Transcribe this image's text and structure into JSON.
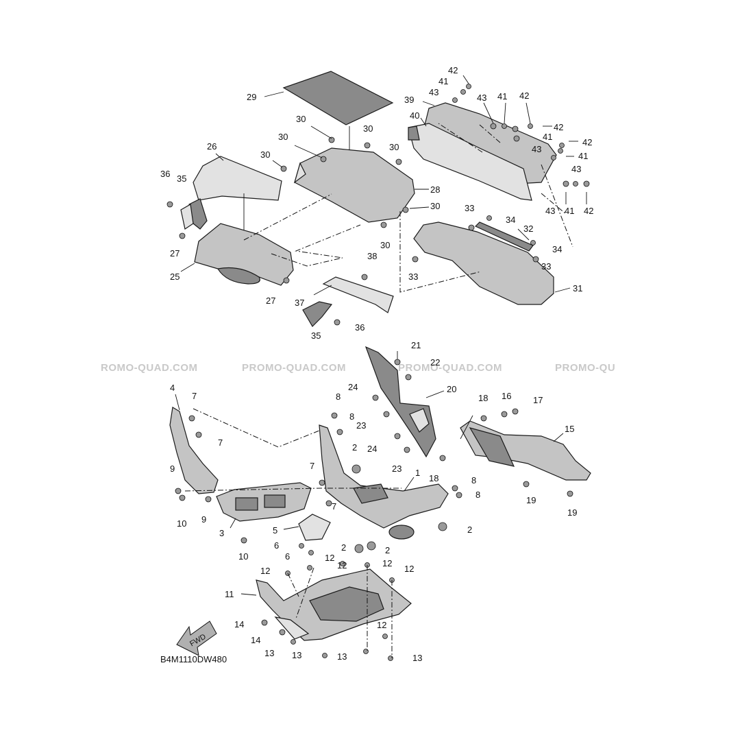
{
  "diagram": {
    "reference_code": "B4M1110DW480",
    "direction_label": "FWD",
    "watermarks": [
      "ROMO-QUAD.COM",
      "PROMO-QUAD.COM",
      "PROMO-QUAD.COM",
      "PROMO-QU"
    ],
    "callouts": [
      {
        "id": "c29",
        "text": "29"
      },
      {
        "id": "c30a",
        "text": "30"
      },
      {
        "id": "c30b",
        "text": "30"
      },
      {
        "id": "c30c",
        "text": "30"
      },
      {
        "id": "c30d",
        "text": "30"
      },
      {
        "id": "c30e",
        "text": "30"
      },
      {
        "id": "c30f",
        "text": "30"
      },
      {
        "id": "c30g",
        "text": "30"
      },
      {
        "id": "c26",
        "text": "26"
      },
      {
        "id": "c36a",
        "text": "36"
      },
      {
        "id": "c35a",
        "text": "35"
      },
      {
        "id": "c27a",
        "text": "27"
      },
      {
        "id": "c25",
        "text": "25"
      },
      {
        "id": "c27b",
        "text": "27"
      },
      {
        "id": "c28",
        "text": "28"
      },
      {
        "id": "c38",
        "text": "38"
      },
      {
        "id": "c37",
        "text": "37"
      },
      {
        "id": "c36b",
        "text": "36"
      },
      {
        "id": "c35b",
        "text": "35"
      },
      {
        "id": "c39",
        "text": "39"
      },
      {
        "id": "c40",
        "text": "40"
      },
      {
        "id": "c42a",
        "text": "42"
      },
      {
        "id": "c41a",
        "text": "41"
      },
      {
        "id": "c43a",
        "text": "43"
      },
      {
        "id": "c43b",
        "text": "43"
      },
      {
        "id": "c41b",
        "text": "41"
      },
      {
        "id": "c42b",
        "text": "42"
      },
      {
        "id": "c42c",
        "text": "42"
      },
      {
        "id": "c41c",
        "text": "41"
      },
      {
        "id": "c43c",
        "text": "43"
      },
      {
        "id": "c42d",
        "text": "42"
      },
      {
        "id": "c41d",
        "text": "41"
      },
      {
        "id": "c43d",
        "text": "43"
      },
      {
        "id": "c43e",
        "text": "43"
      },
      {
        "id": "c41e",
        "text": "41"
      },
      {
        "id": "c42e",
        "text": "42"
      },
      {
        "id": "c33a",
        "text": "33"
      },
      {
        "id": "c34a",
        "text": "34"
      },
      {
        "id": "c32",
        "text": "32"
      },
      {
        "id": "c34b",
        "text": "34"
      },
      {
        "id": "c33b",
        "text": "33"
      },
      {
        "id": "c33c",
        "text": "33"
      },
      {
        "id": "c31",
        "text": "31"
      },
      {
        "id": "c21",
        "text": "21"
      },
      {
        "id": "c22",
        "text": "22"
      },
      {
        "id": "c20",
        "text": "20"
      },
      {
        "id": "c24a",
        "text": "24"
      },
      {
        "id": "c23a",
        "text": "23"
      },
      {
        "id": "c24b",
        "text": "24"
      },
      {
        "id": "c23b",
        "text": "23"
      },
      {
        "id": "c18a",
        "text": "18"
      },
      {
        "id": "c16",
        "text": "16"
      },
      {
        "id": "c17",
        "text": "17"
      },
      {
        "id": "c15",
        "text": "15"
      },
      {
        "id": "c18b",
        "text": "18"
      },
      {
        "id": "c19a",
        "text": "19"
      },
      {
        "id": "c19b",
        "text": "19"
      },
      {
        "id": "c4",
        "text": "4"
      },
      {
        "id": "c7a",
        "text": "7"
      },
      {
        "id": "c7b",
        "text": "7"
      },
      {
        "id": "c8a",
        "text": "8"
      },
      {
        "id": "c8b",
        "text": "8"
      },
      {
        "id": "c2a",
        "text": "2"
      },
      {
        "id": "c1",
        "text": "1"
      },
      {
        "id": "c8c",
        "text": "8"
      },
      {
        "id": "c8d",
        "text": "8"
      },
      {
        "id": "c9a",
        "text": "9"
      },
      {
        "id": "c7c",
        "text": "7"
      },
      {
        "id": "c7d",
        "text": "7"
      },
      {
        "id": "c10a",
        "text": "10"
      },
      {
        "id": "c9b",
        "text": "9"
      },
      {
        "id": "c3",
        "text": "3"
      },
      {
        "id": "c5",
        "text": "5"
      },
      {
        "id": "c2b",
        "text": "2"
      },
      {
        "id": "c6a",
        "text": "6"
      },
      {
        "id": "c2c",
        "text": "2"
      },
      {
        "id": "c2d",
        "text": "2"
      },
      {
        "id": "c6b",
        "text": "6"
      },
      {
        "id": "c10b",
        "text": "10"
      },
      {
        "id": "c12a",
        "text": "12"
      },
      {
        "id": "c12b",
        "text": "12"
      },
      {
        "id": "c12c",
        "text": "12"
      },
      {
        "id": "c12d",
        "text": "12"
      },
      {
        "id": "c12e",
        "text": "12"
      },
      {
        "id": "c11",
        "text": "11"
      },
      {
        "id": "c14a",
        "text": "14"
      },
      {
        "id": "c14b",
        "text": "14"
      },
      {
        "id": "c13a",
        "text": "13"
      },
      {
        "id": "c13b",
        "text": "13"
      },
      {
        "id": "c13c",
        "text": "13"
      },
      {
        "id": "c12f",
        "text": "12"
      },
      {
        "id": "c13d",
        "text": "13"
      }
    ]
  }
}
